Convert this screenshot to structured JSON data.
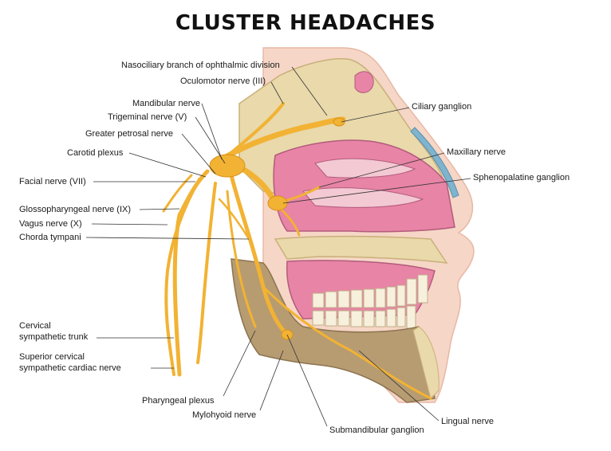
{
  "title": "CLUSTER HEADACHES",
  "labels": {
    "nasociliary": "Nasociliary branch of ophthalmic division",
    "oculomotor": "Oculomotor nerve (III)",
    "mandibular": "Mandibular nerve",
    "trigeminal": "Trigeminal nerve (V)",
    "greater_petrosal": "Greater petrosal nerve",
    "carotid_plexus": "Carotid plexus",
    "facial": "Facial nerve (VII)",
    "glossopharyngeal": "Glossopharyngeal nerve (IX)",
    "vagus": "Vagus nerve (X)",
    "chorda_tympani": "Chorda tympani",
    "cervical_trunk_1": "Cervical",
    "cervical_trunk_2": "sympathetic trunk",
    "sup_cervical_1": "Superior cervical",
    "sup_cervical_2": "sympathetic cardiac nerve",
    "pharyngeal_plexus": "Pharyngeal plexus",
    "mylohyoid": "Mylohyoid nerve",
    "submandibular": "Submandibular ganglion",
    "ciliary": "Ciliary ganglion",
    "maxillary": "Maxillary nerve",
    "sphenopalatine": "Sphenopalatine ganglion",
    "lingual": "Lingual nerve"
  },
  "colors": {
    "nerve": "#f2b233",
    "nerve_dark": "#d8921a",
    "bone": "#e9d9ab",
    "bone_edge": "#c9b07a",
    "mucosa": "#e884a6",
    "cavity": "#f3c9d3",
    "jaw": "#b79c72",
    "skin": "#f6d6c6",
    "cartilage": "#7fb4cf"
  }
}
